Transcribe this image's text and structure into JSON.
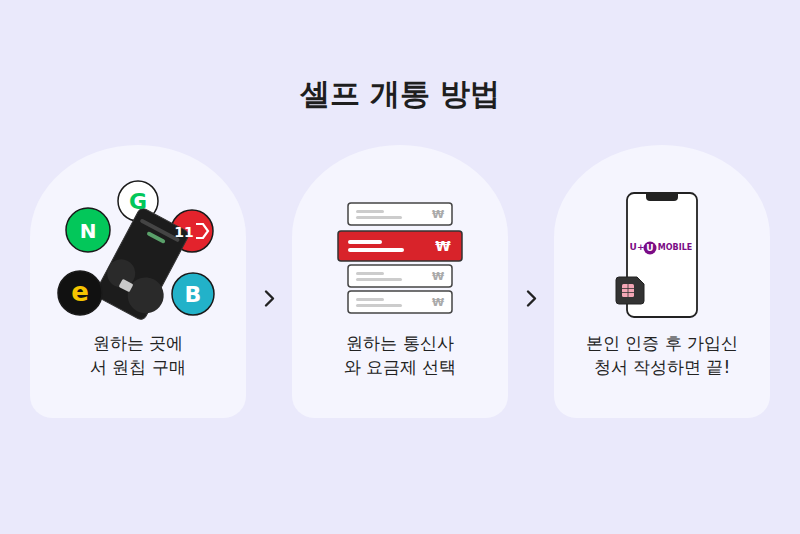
{
  "diagram": {
    "title": "셀프 개통 방법",
    "nodes": [
      {
        "text": [
          "원하는 곳에서 원칩 구매"
        ]
      },
      {
        "text": [
          "원하는 통신사와 요금제 선택"
        ]
      },
      {
        "text": [
          "본인 인증 후 가입신청서 작성하면 끝!"
        ]
      }
    ],
    "edges": [
      {
        "from": 0,
        "to": 1,
        "arrow": "to"
      },
      {
        "from": 1,
        "to": 2,
        "arrow": "to"
      }
    ],
    "labels": [
      "N",
      "G",
      "11",
      "e",
      "B",
      "₩",
      "₩",
      "₩",
      "₩",
      "U+",
      "U",
      "MOBILE"
    ]
  }
}
